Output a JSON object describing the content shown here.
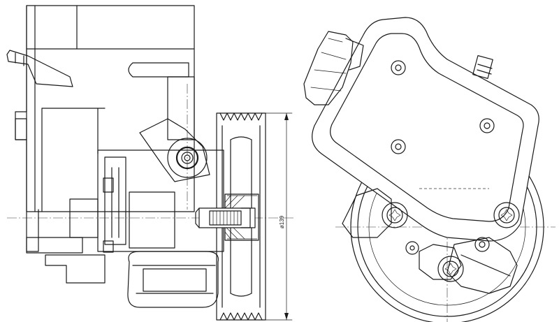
{
  "drawing": {
    "dimension_label": "ø139",
    "line_color": "#1a1a1a",
    "background": "#ffffff",
    "views": [
      "side-view",
      "front-view"
    ]
  }
}
